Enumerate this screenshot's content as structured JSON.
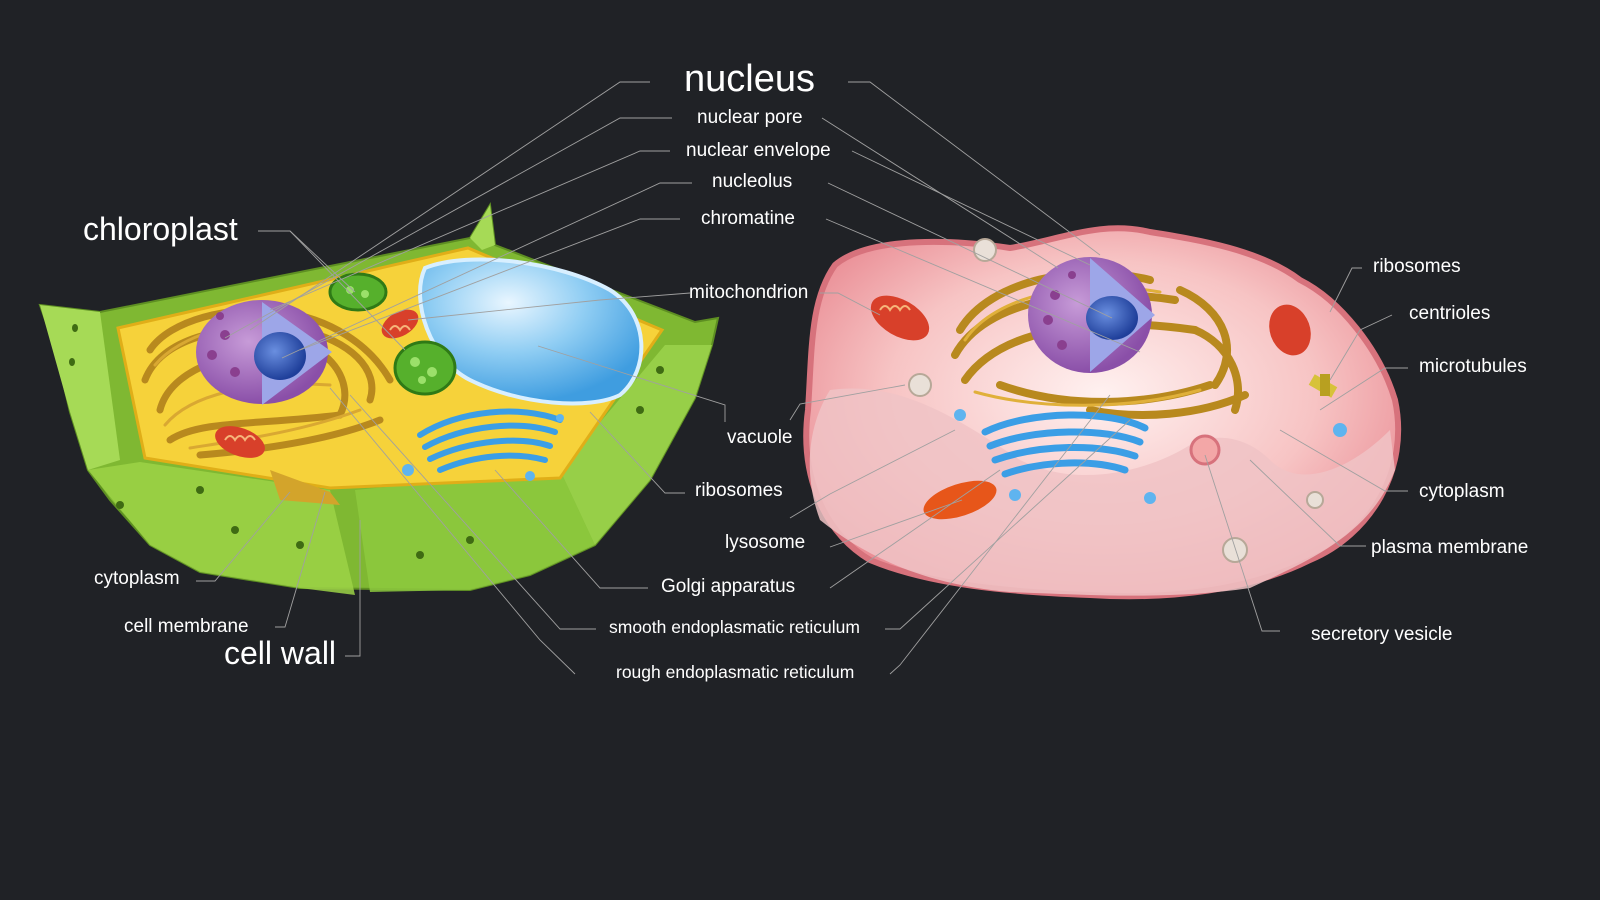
{
  "labels": {
    "nucleus": "nucleus",
    "nuclear_pore": "nuclear pore",
    "nuclear_envelope": "nuclear envelope",
    "nucleolus": "nucleolus",
    "chromatine": "chromatine",
    "mitochondrion": "mitochondrion",
    "vacuole": "vacuole",
    "ribosomes_center": "ribosomes",
    "lysosome": "lysosome",
    "golgi_apparatus": "Golgi apparatus",
    "smooth_er": "smooth endoplasmatic reticulum",
    "rough_er": "rough endoplasmatic reticulum",
    "chloroplast": "chloroplast",
    "cytoplasm_left": "cytoplasm",
    "cell_membrane": "cell membrane",
    "cell_wall": "cell wall",
    "ribosomes_right": "ribosomes",
    "centrioles": "centrioles",
    "microtubules": "microtubules",
    "cytoplasm_right": "cytoplasm",
    "plasma_membrane": "plasma membrane",
    "secretory_vesicle": "secretory vesicle"
  },
  "colors": {
    "background": "#202226",
    "label_text": "#ffffff",
    "leader_line": "#9a9a9a",
    "plant_wall": "#8cc63f",
    "plant_cytoplasm": "#f6d23a",
    "animal_cell": "#f3a3a8"
  }
}
